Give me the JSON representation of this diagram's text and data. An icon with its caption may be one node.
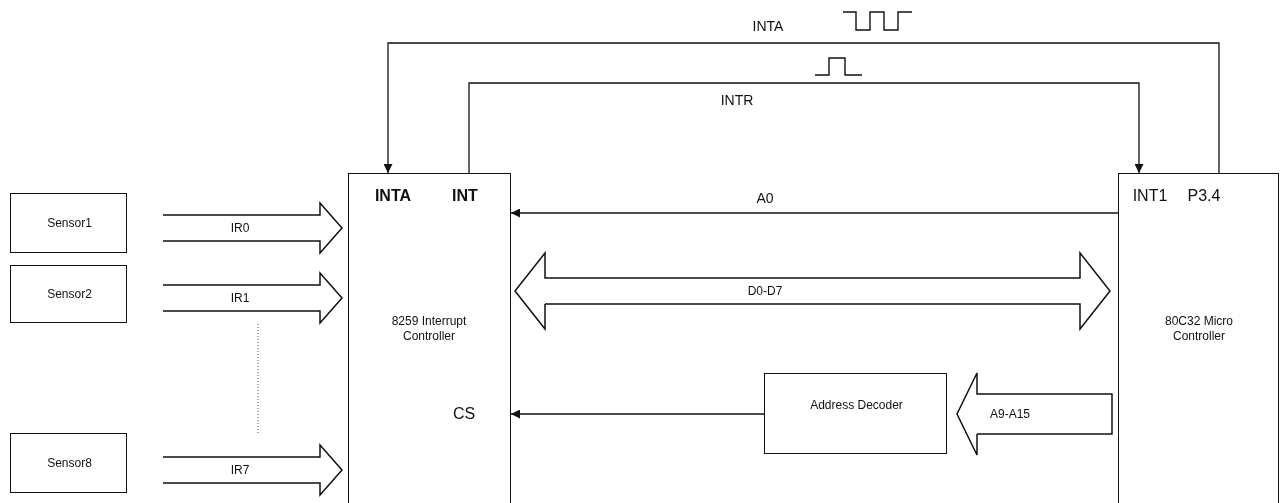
{
  "diagram": {
    "nodes": [
      {
        "text": [
          "Sensor1"
        ]
      },
      {
        "text": [
          "Sensor2"
        ]
      },
      {
        "text": [
          "Sensor8"
        ]
      },
      {
        "text": [
          "INTA",
          "INT",
          "8259 Interrupt Controller",
          "CS"
        ]
      },
      {
        "text": [
          "Address Decoder"
        ]
      },
      {
        "text": [
          "INT1",
          "P3.4",
          "80C32 Micro Controller"
        ]
      }
    ],
    "edges": [
      {
        "from": 0,
        "to": 3,
        "arrow": "to",
        "label": "IR0",
        "style": "thick"
      },
      {
        "from": 1,
        "to": 3,
        "arrow": "to",
        "label": "IR1",
        "style": "thick"
      },
      {
        "from": 2,
        "to": 3,
        "arrow": "to",
        "label": "IR7",
        "style": "thick"
      },
      {
        "from": 5,
        "to": 3,
        "arrow": "to",
        "label": "INTA"
      },
      {
        "from": 3,
        "to": 5,
        "arrow": "to",
        "label": "INTR"
      },
      {
        "from": 5,
        "to": 3,
        "arrow": "to",
        "label": "A0"
      },
      {
        "from": 3,
        "to": 5,
        "arrow": "both",
        "label": "D0-D7",
        "style": "thick"
      },
      {
        "from": 5,
        "to": 4,
        "arrow": "to",
        "label": "A9-A15",
        "style": "thick"
      },
      {
        "from": 4,
        "to": 3,
        "arrow": "to"
      }
    ]
  }
}
